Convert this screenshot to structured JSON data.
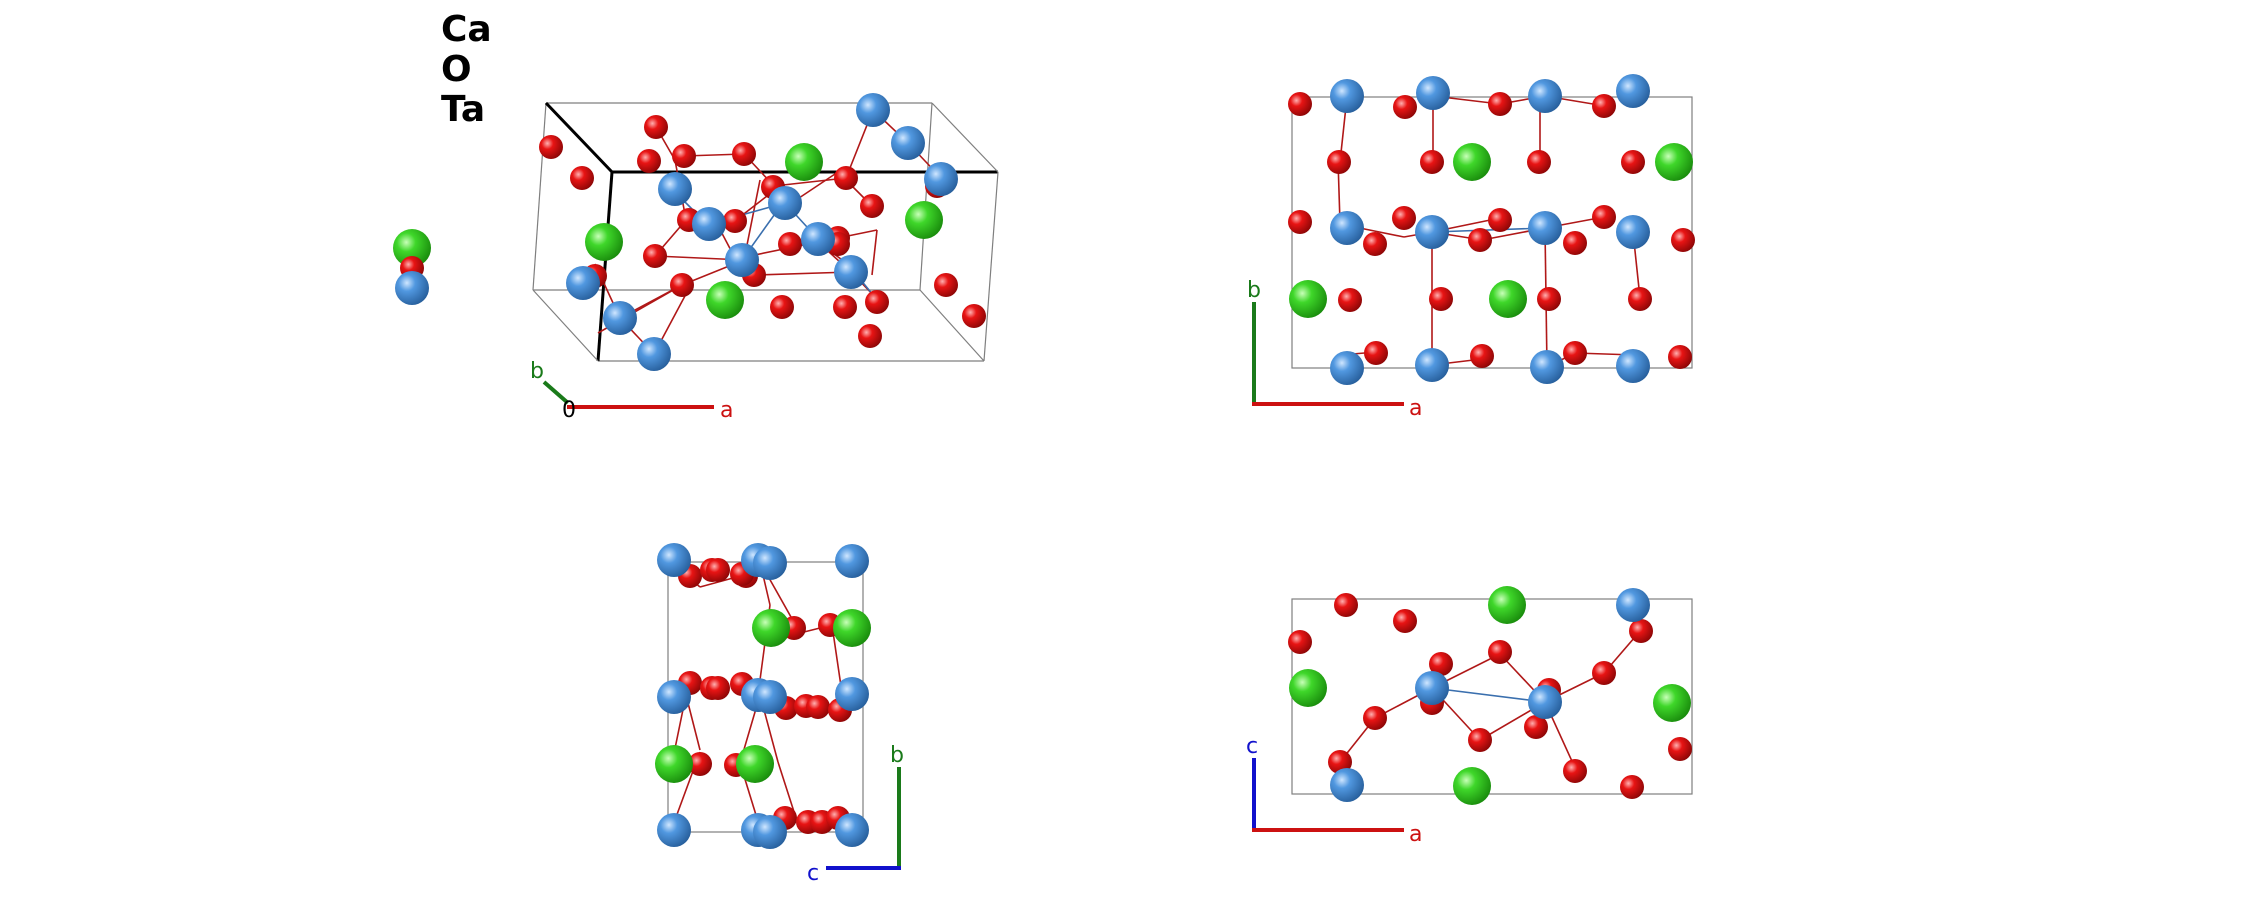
{
  "legend": {
    "elements": [
      "Ca",
      "O",
      "Ta"
    ]
  },
  "colors": {
    "Ca": "#2ecc1a",
    "O": "#e01010",
    "Ta": "#4a90d9",
    "bond": "#b01818",
    "cell": "#7f7f7f",
    "axis_a": "#cc1111",
    "axis_b": "#1a7a1a",
    "axis_c": "#1111cc"
  },
  "axes": {
    "a": "a",
    "b": "b",
    "c": "c",
    "origin": "0"
  }
}
